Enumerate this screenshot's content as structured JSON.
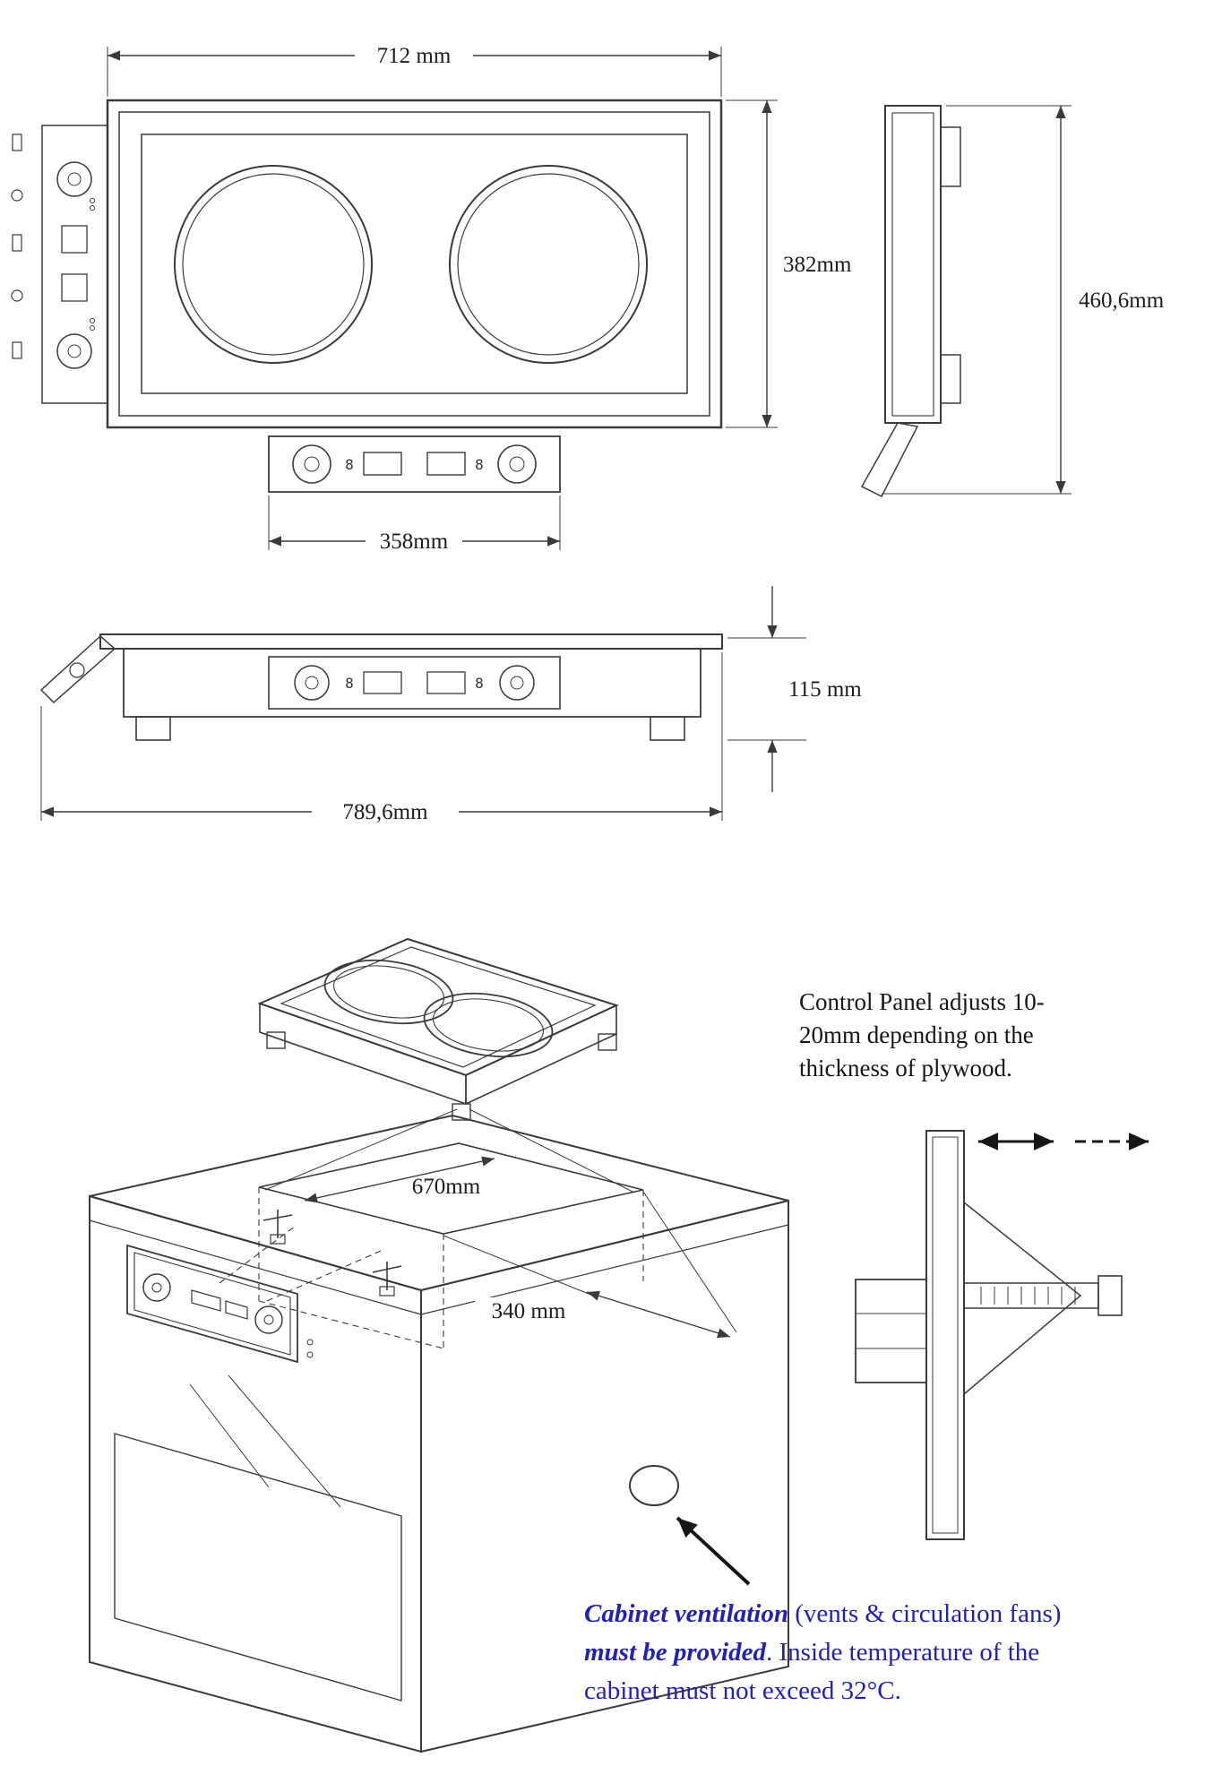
{
  "views": {
    "top": {
      "width_label": "712 mm",
      "height_label": "382mm",
      "panel_width_label": "358mm"
    },
    "side": {
      "height_label": "460,6mm"
    },
    "front": {
      "height_label": "115 mm",
      "width_label": "789,6mm"
    },
    "cutout": {
      "length_label": "670mm",
      "width_label": "340 mm"
    }
  },
  "panel": {
    "digit": "8"
  },
  "notes": {
    "control_panel": {
      "line1": "Control Panel adjusts 10-",
      "line2": "20mm depending on the",
      "line3": "thickness of plywood."
    },
    "ventilation": {
      "line1_bold": "Cabinet ventilation",
      "line1_rest": " (vents & circulation fans)",
      "line2_bold": "must be provided",
      "line2_rest": ".  Inside temperature of the",
      "line3": "cabinet must not exceed 32°C."
    }
  }
}
